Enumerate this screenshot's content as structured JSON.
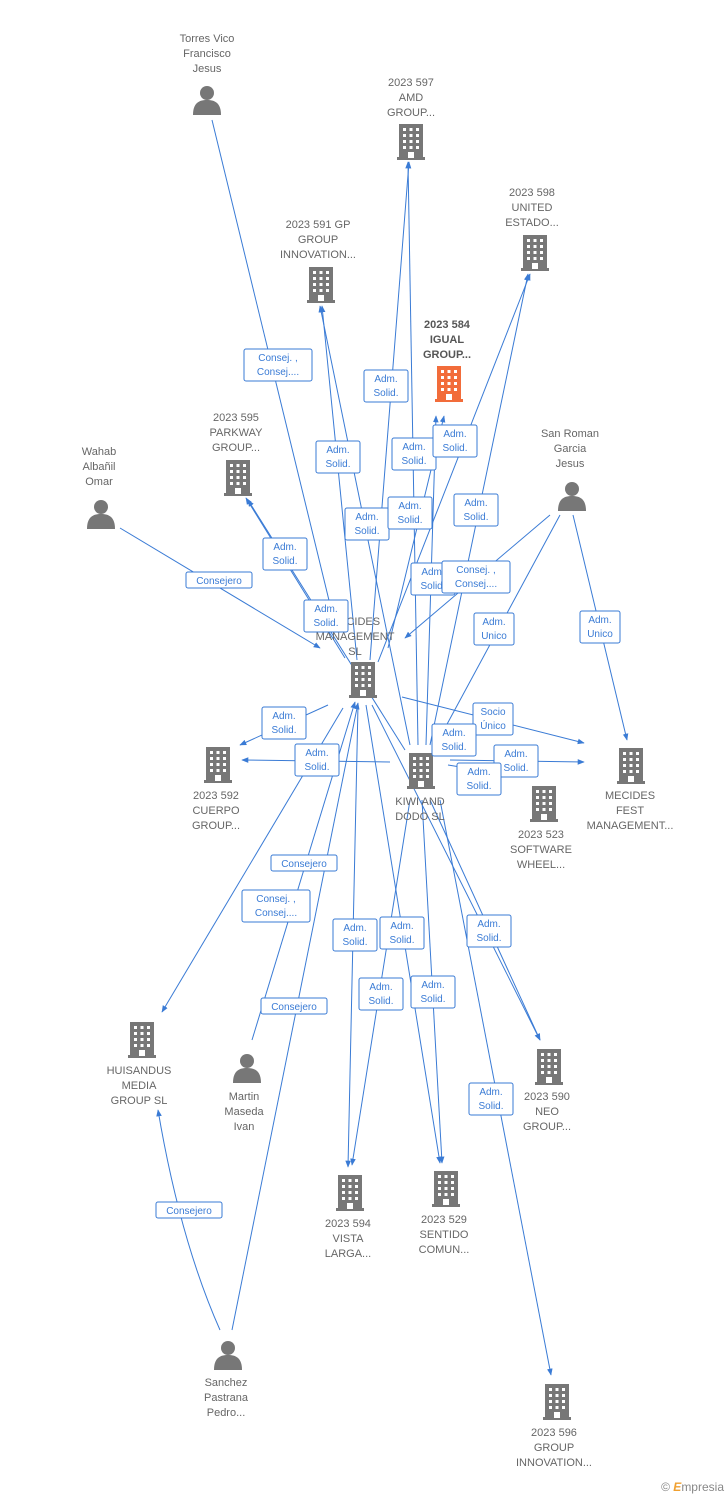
{
  "colors": {
    "edge": "#3a7bd5",
    "node": "#777777",
    "focus": "#f26c3a",
    "label": "#666666"
  },
  "nodes": [
    {
      "id": "torres",
      "type": "person",
      "label": [
        "Torres Vico",
        "Francisco",
        "Jesus"
      ]
    },
    {
      "id": "amd",
      "type": "company",
      "label": [
        "2023 597",
        "AMD",
        "GROUP..."
      ]
    },
    {
      "id": "united",
      "type": "company",
      "label": [
        "2023 598",
        "UNITED",
        "ESTADO..."
      ]
    },
    {
      "id": "gp591",
      "type": "company",
      "label": [
        "2023 591 GP",
        "GROUP",
        "INNOVATION..."
      ]
    },
    {
      "id": "igual",
      "type": "company",
      "focus": true,
      "label": [
        "2023 584",
        "IGUAL",
        "GROUP..."
      ]
    },
    {
      "id": "parkway",
      "type": "company",
      "label": [
        "2023 595",
        "PARKWAY",
        "GROUP..."
      ]
    },
    {
      "id": "wahab",
      "type": "person",
      "label": [
        "Wahab",
        "Albañil",
        "Omar"
      ]
    },
    {
      "id": "sanroman",
      "type": "person",
      "label": [
        "San Roman",
        "Garcia",
        "Jesus"
      ]
    },
    {
      "id": "mecides",
      "type": "company",
      "label": [
        "MECIDES",
        "MANAGEMENT",
        "SL"
      ]
    },
    {
      "id": "cuerpo",
      "type": "company",
      "label": [
        "2023 592",
        "CUERPO",
        "GROUP..."
      ]
    },
    {
      "id": "kiwi",
      "type": "company",
      "label": [
        "KIWI AND",
        "DODO  SL"
      ]
    },
    {
      "id": "software",
      "type": "company",
      "label": [
        "2023 523",
        "SOFTWARE",
        "WHEEL..."
      ]
    },
    {
      "id": "mecidesfest",
      "type": "company",
      "label": [
        "MECIDES",
        "FEST",
        "MANAGEMENT..."
      ]
    },
    {
      "id": "huisandus",
      "type": "company",
      "label": [
        "HUISANDUS",
        "MEDIA",
        "GROUP  SL"
      ]
    },
    {
      "id": "martin",
      "type": "person",
      "label": [
        "Martin",
        "Maseda",
        "Ivan"
      ]
    },
    {
      "id": "neo",
      "type": "company",
      "label": [
        "2023 590",
        "NEO",
        "GROUP..."
      ]
    },
    {
      "id": "vista",
      "type": "company",
      "label": [
        "2023 594",
        "VISTA",
        "LARGA..."
      ]
    },
    {
      "id": "sentido",
      "type": "company",
      "label": [
        "2023 529",
        "SENTIDO",
        "COMUN..."
      ]
    },
    {
      "id": "sanchez",
      "type": "person",
      "label": [
        "Sanchez",
        "Pastrana",
        "Pedro..."
      ]
    },
    {
      "id": "gp596",
      "type": "company",
      "label": [
        "2023 596",
        "GROUP",
        "INNOVATION..."
      ]
    }
  ],
  "edges": [
    {
      "from": "torres",
      "to": "mecides",
      "label": [
        "Consej. ,",
        "Consej...."
      ]
    },
    {
      "from": "wahab",
      "to": "mecides",
      "label": [
        "Consejero"
      ]
    },
    {
      "from": "mecides",
      "to": "amd",
      "label": [
        "Adm.",
        "Solid."
      ]
    },
    {
      "from": "mecides",
      "to": "gp591",
      "label": [
        "Adm.",
        "Solid."
      ]
    },
    {
      "from": "mecides",
      "to": "parkway",
      "label": [
        "Adm.",
        "Solid."
      ]
    },
    {
      "from": "mecides",
      "to": "united",
      "label": [
        "Adm.",
        "Solid."
      ]
    },
    {
      "from": "mecides",
      "to": "igual",
      "label": [
        "Adm.",
        "Solid."
      ]
    },
    {
      "from": "mecides",
      "to": "cuerpo",
      "label": [
        "Adm.",
        "Solid."
      ]
    },
    {
      "from": "mecides",
      "to": "mecidesfest",
      "label": [
        "Socio",
        "Único"
      ]
    },
    {
      "from": "mecides",
      "to": "neo",
      "label": [
        "Adm.",
        "Solid."
      ]
    },
    {
      "from": "mecides",
      "to": "vista",
      "label": [
        "Adm.",
        "Solid."
      ]
    },
    {
      "from": "mecides",
      "to": "sentido",
      "label": [
        "Adm.",
        "Solid."
      ]
    },
    {
      "from": "kiwi",
      "to": "amd",
      "label": [
        "Adm.",
        "Solid."
      ]
    },
    {
      "from": "kiwi",
      "to": "gp591",
      "label": [
        "Adm.",
        "Solid."
      ]
    },
    {
      "from": "kiwi",
      "to": "parkway",
      "label": [
        "Adm.",
        "Solid."
      ]
    },
    {
      "from": "kiwi",
      "to": "united",
      "label": [
        "Adm.",
        "Solid."
      ]
    },
    {
      "from": "kiwi",
      "to": "igual",
      "label": [
        "Adm.",
        "Solid."
      ]
    },
    {
      "from": "kiwi",
      "to": "cuerpo",
      "label": [
        "Adm.",
        "Solid."
      ]
    },
    {
      "from": "kiwi",
      "to": "mecidesfest",
      "label": [
        "Adm.",
        "Solid."
      ]
    },
    {
      "from": "kiwi",
      "to": "software",
      "label": [
        "Adm.",
        "Solid."
      ]
    },
    {
      "from": "kiwi",
      "to": "neo",
      "label": [
        "Adm.",
        "Solid."
      ]
    },
    {
      "from": "kiwi",
      "to": "vista",
      "label": [
        "Adm.",
        "Solid."
      ]
    },
    {
      "from": "kiwi",
      "to": "sentido",
      "label": [
        "Adm.",
        "Solid."
      ]
    },
    {
      "from": "kiwi",
      "to": "gp596",
      "label": [
        "Adm.",
        "Solid."
      ]
    },
    {
      "from": "sanroman",
      "to": "mecides",
      "label": [
        "Consej. ,",
        "Consej...."
      ]
    },
    {
      "from": "sanroman",
      "to": "kiwi",
      "label": [
        "Adm.",
        "Unico"
      ]
    },
    {
      "from": "sanroman",
      "to": "mecidesfest",
      "label": [
        "Adm.",
        "Unico"
      ]
    },
    {
      "from": "sanchez",
      "to": "huisandus",
      "label": [
        "Consejero"
      ]
    },
    {
      "from": "sanchez",
      "to": "mecides",
      "label": [
        "Consejero"
      ]
    },
    {
      "from": "martin",
      "to": "mecides",
      "label": [
        "Consejero"
      ]
    },
    {
      "from": "mecides",
      "to": "huisandus",
      "label": [
        "Consej. ,",
        "Consej...."
      ]
    }
  ],
  "brand": {
    "copyright": "©",
    "name_first": "E",
    "name_rest": "mpresia"
  }
}
